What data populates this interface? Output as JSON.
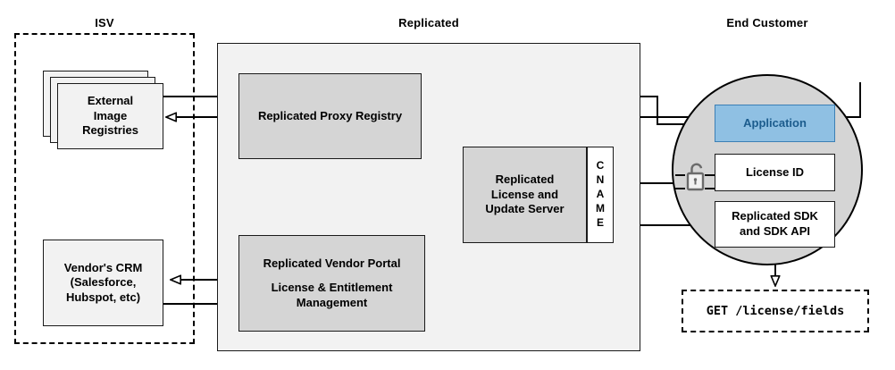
{
  "diagram": {
    "title_isv": "ISV",
    "title_replicated": "Replicated",
    "title_end_customer": "End Customer",
    "colors": {
      "node_fill": "#d5d5d5",
      "container_fill": "#f2f2f2",
      "application_fill": "#8fc0e3",
      "application_border": "#3b7fb5",
      "application_text": "#1c5c8d",
      "circle_fill": "#d5d5d5",
      "stroke": "#1a1a1a",
      "lock_color": "#6b6b6b"
    }
  },
  "isv": {
    "registries": "External Image Registries",
    "registries_l1": "External",
    "registries_l2": "Image",
    "registries_l3": "Registries",
    "crm_l1": "Vendor's CRM",
    "crm_l2": "(Salesforce,",
    "crm_l3": "Hubspot, etc)"
  },
  "replicated": {
    "proxy_registry": "Replicated Proxy Registry",
    "license_server_l1": "Replicated",
    "license_server_l2": "License and",
    "license_server_l3": "Update Server",
    "cname": "CNAME",
    "cname_letters": [
      "C",
      "N",
      "A",
      "M",
      "E"
    ],
    "vendor_portal_l1": "Replicated Vendor Portal",
    "vendor_portal_l2": "License & Entitlement",
    "vendor_portal_l3": "Management"
  },
  "end_customer": {
    "application": "Application",
    "license_id": "License ID",
    "sdk_l1": "Replicated SDK",
    "sdk_l2": "and SDK API",
    "api_call": "GET /license/fields",
    "lock_icon": "unlocked-padlock-icon"
  }
}
